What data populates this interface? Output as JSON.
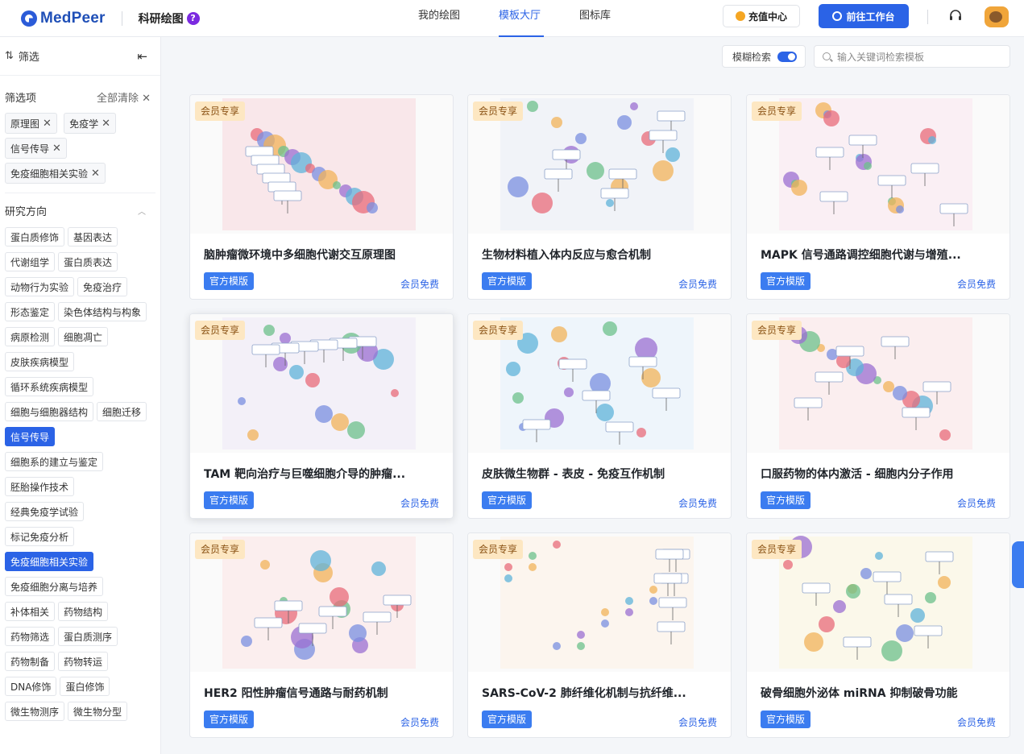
{
  "header": {
    "brand": "MedPeer",
    "product": "科研绘图",
    "help_glyph": "?",
    "nav": [
      "我的绘图",
      "模板大厅",
      "图标库"
    ],
    "recharge_label": "充值中心",
    "workbench_label": "前往工作台",
    "accent": "#2b63e6"
  },
  "sidebar": {
    "title": "筛选",
    "collapse_glyph": "⇤",
    "filter_section": "筛选项",
    "clear_all": "全部清除",
    "chips": [
      "原理图",
      "免疫学",
      "信号传导",
      "免疫细胞相关实验"
    ],
    "research_section": "研究方向",
    "tags": [
      {
        "label": "蛋白质修饰",
        "active": false
      },
      {
        "label": "基因表达",
        "active": false
      },
      {
        "label": "代谢组学",
        "active": false
      },
      {
        "label": "蛋白质表达",
        "active": false
      },
      {
        "label": "动物行为实验",
        "active": false
      },
      {
        "label": "免疫治疗",
        "active": false
      },
      {
        "label": "形态鉴定",
        "active": false
      },
      {
        "label": "染色体结构与构象",
        "active": false
      },
      {
        "label": "病原检测",
        "active": false
      },
      {
        "label": "细胞凋亡",
        "active": false
      },
      {
        "label": "皮肤疾病模型",
        "active": false
      },
      {
        "label": "循环系统疾病模型",
        "active": false
      },
      {
        "label": "细胞与细胞器结构",
        "active": false
      },
      {
        "label": "细胞迁移",
        "active": false
      },
      {
        "label": "信号传导",
        "active": true
      },
      {
        "label": "细胞系的建立与鉴定",
        "active": false
      },
      {
        "label": "胚胎操作技术",
        "active": false
      },
      {
        "label": "经典免疫学试验",
        "active": false
      },
      {
        "label": "标记免疫分析",
        "active": false
      },
      {
        "label": "免疫细胞相关实验",
        "active": true
      },
      {
        "label": "免疫细胞分离与培养",
        "active": false
      },
      {
        "label": "补体相关",
        "active": false
      },
      {
        "label": "药物结构",
        "active": false
      },
      {
        "label": "药物筛选",
        "active": false
      },
      {
        "label": "蛋白质测序",
        "active": false
      },
      {
        "label": "药物制备",
        "active": false
      },
      {
        "label": "药物转运",
        "active": false
      },
      {
        "label": "DNA修饰",
        "active": false
      },
      {
        "label": "蛋白修饰",
        "active": false
      },
      {
        "label": "微生物测序",
        "active": false
      },
      {
        "label": "微生物分型",
        "active": false
      }
    ]
  },
  "toolbar": {
    "fuzzy_label": "模糊检索",
    "fuzzy_on": true,
    "search_placeholder": "输入关键词检索模板"
  },
  "cards": [
    {
      "badge": "会员专享",
      "title": "脑肿瘤微环境中多细胞代谢交互原理图",
      "official": "官方模版",
      "price": "会员免费",
      "palette": "#f7d7dc"
    },
    {
      "badge": "会员专享",
      "title": "生物材料植入体内反应与愈合机制",
      "official": "官方模版",
      "price": "会员免费",
      "palette": "#e9edf5"
    },
    {
      "badge": "会员专享",
      "title": "MAPK 信号通路调控细胞代谢与增殖...",
      "official": "官方模版",
      "price": "会员免费",
      "palette": "#f9e6ef"
    },
    {
      "badge": "会员专享",
      "title": "TAM 靶向治疗与巨噬细胞介导的肿瘤...",
      "official": "官方模版",
      "price": "会员免费",
      "palette": "#ece8f5"
    },
    {
      "badge": "会员专享",
      "title": "皮肤微生物群 - 表皮 - 免疫互作机制",
      "official": "官方模版",
      "price": "会员免费",
      "palette": "#e3f0fb"
    },
    {
      "badge": "会员专享",
      "title": "口服药物的体内激活 - 细胞内分子作用",
      "official": "官方模版",
      "price": "会员免费",
      "palette": "#fbe4e6"
    },
    {
      "badge": "会员专享",
      "title": "HER2 阳性肿瘤信号通路与耐药机制",
      "official": "官方模版",
      "price": "会员免费",
      "palette": "#fbe3e3"
    },
    {
      "badge": "会员专享",
      "title": "SARS-CoV-2 肺纤维化机制与抗纤维...",
      "official": "官方模版",
      "price": "会员免费",
      "palette": "#fdf1e4"
    },
    {
      "badge": "会员专享",
      "title": "破骨细胞外泌体 miRNA 抑制破骨功能",
      "official": "官方模版",
      "price": "会员免费",
      "palette": "#fbf5dc"
    }
  ]
}
